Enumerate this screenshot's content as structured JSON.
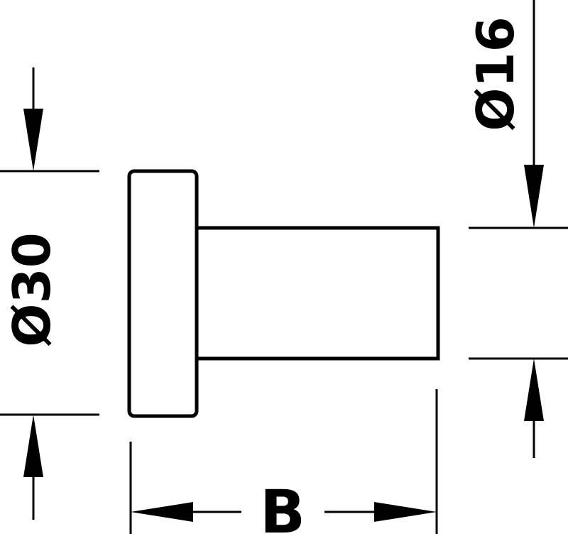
{
  "diagram": {
    "dimensions": {
      "flange_diameter": "Ø30",
      "shaft_diameter": "Ø16",
      "length": "B"
    },
    "colors": {
      "stroke": "#000000",
      "background": "#ffffff"
    }
  }
}
